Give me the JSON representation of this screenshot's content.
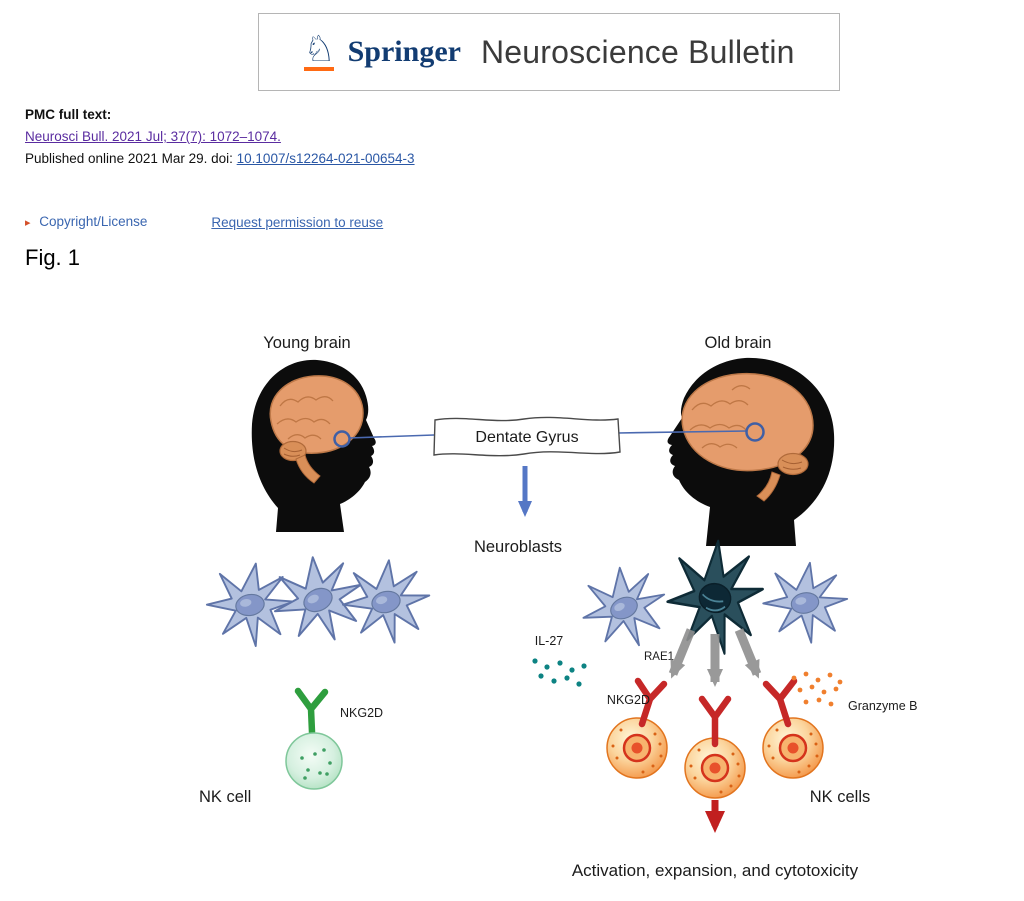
{
  "header": {
    "publisher": "Springer",
    "journal": "Neuroscience Bulletin"
  },
  "meta": {
    "pmc_label": "PMC full text:",
    "citation": "Neurosci Bull. 2021 Jul; 37(7): 1072–1074.",
    "published_text": "Published online 2021 Mar 29. doi: ",
    "doi": "10.1007/s12264-021-00654-3",
    "disclosure_icon": "▸",
    "copyright": "Copyright/License",
    "request_permission": "Request permission to reuse"
  },
  "figure": {
    "title": "Fig. 1",
    "young_brain": "Young brain",
    "old_brain": "Old brain",
    "dentate_gyrus": "Dentate Gyrus",
    "neuroblasts": "Neuroblasts",
    "nkg2d_left": "NKG2D",
    "nk_cell": "NK cell",
    "il27": "IL-27",
    "rae1": "RAE1",
    "nkg2d_right": "NKG2D",
    "granzyme_b": "Granzyme B",
    "nk_cells": "NK cells",
    "outcome": "Activation, expansion, and cytotoxicity"
  },
  "colors": {
    "springer_blue": "#123c72",
    "springer_orange": "#ff6a13",
    "journal_title_gray": "#3b3b3b",
    "visited_link": "#5a2ca0",
    "doi_link": "#2a57a5",
    "nav_link": "#3a66b0",
    "disclosure_marker": "#d4502a",
    "brain_fill": "#e59c6c",
    "neuroblast_blue": "#b3c1df",
    "apoptotic_cell": "#2a4f5c",
    "green_receptor": "#2e9e3e",
    "red_receptor": "#c62828",
    "nk_cell_orange": "#ec8030",
    "il27_dot_teal": "#0d8383",
    "granzyme_dot_orange": "#f07f2e",
    "arrow_blue": "#5577c5",
    "arrow_red": "#c11f1f",
    "arrow_gray": "#8f8f8f"
  }
}
